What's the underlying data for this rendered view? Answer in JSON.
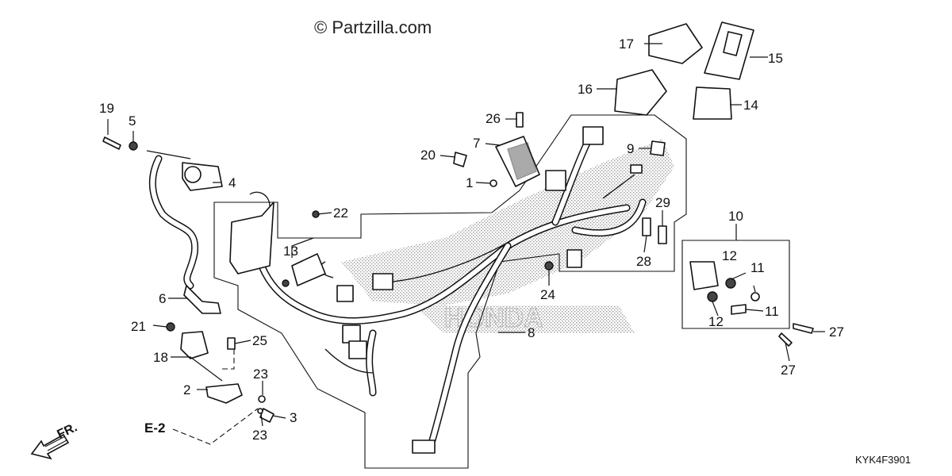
{
  "watermark": "© Partzilla.com",
  "diagram_code": "KYK4F3901",
  "reference": "E-2",
  "direction": "FR.",
  "callouts": {
    "c1": "1",
    "c2": "2",
    "c3": "3",
    "c4": "4",
    "c5": "5",
    "c6": "6",
    "c7": "7",
    "c8": "8",
    "c9": "9",
    "c10": "10",
    "c11a": "11",
    "c11b": "11",
    "c12a": "12",
    "c12b": "12",
    "c13": "13",
    "c14": "14",
    "c15": "15",
    "c16": "16",
    "c17": "17",
    "c18": "18",
    "c19": "19",
    "c20": "20",
    "c21": "21",
    "c22": "22",
    "c23a": "23",
    "c23b": "23",
    "c24": "24",
    "c25": "25",
    "c26": "26",
    "c27a": "27",
    "c27b": "27",
    "c28": "28",
    "c29": "29"
  }
}
